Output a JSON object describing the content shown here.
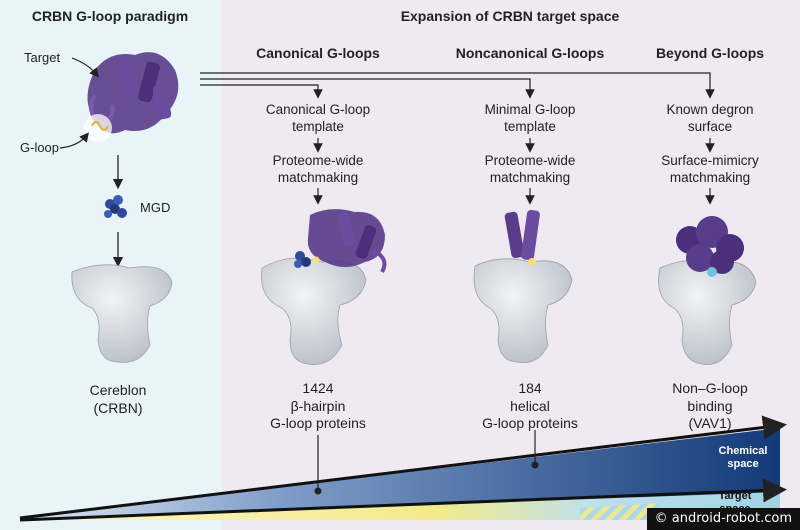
{
  "left_panel": {
    "title": "CRBN G-loop paradigm",
    "target_label": "Target",
    "gloop_label": "G-loop",
    "mgd_label": "MGD",
    "cereblon_line1": "Cereblon",
    "cereblon_line2": "(CRBN)"
  },
  "right_panel": {
    "title": "Expansion of CRBN target space",
    "columns": [
      {
        "header": "Canonical G-loops",
        "step1_line1": "Canonical G-loop",
        "step1_line2": "template",
        "step2_line1": "Proteome-wide",
        "step2_line2": "matchmaking",
        "result_line1": "1424",
        "result_line2": "β-hairpin",
        "result_line3": "G-loop proteins"
      },
      {
        "header": "Noncanonical G-loops",
        "step1_line1": "Minimal G-loop",
        "step1_line2": "template",
        "step2_line1": "Proteome-wide",
        "step2_line2": "matchmaking",
        "result_line1": "184",
        "result_line2": "helical",
        "result_line3": "G-loop proteins"
      },
      {
        "header": "Beyond G-loops",
        "step1_line1": "Known degron",
        "step1_line2": "surface",
        "step2_line1": "Surface-mimicry",
        "step2_line2": "matchmaking",
        "result_line1": "Non–G-loop",
        "result_line2": "binding",
        "result_line3": "(VAV1)"
      }
    ]
  },
  "axes": {
    "chemical_line1": "Chemical",
    "chemical_line2": "space",
    "target_line1": "Target",
    "target_line2": "space"
  },
  "watermark": "© android-robot.com",
  "colors": {
    "left_bg": "#e8f4f8",
    "right_bg": "#efe9f2",
    "protein_purple": "#5a3d8a",
    "cereblon_gray": "#c8ccd4",
    "mgd_blue": "#2f4a9a",
    "chemical_space": "#1b3f7a",
    "target_space": "#a9d6e6",
    "target_yellow": "#f6eea0"
  }
}
